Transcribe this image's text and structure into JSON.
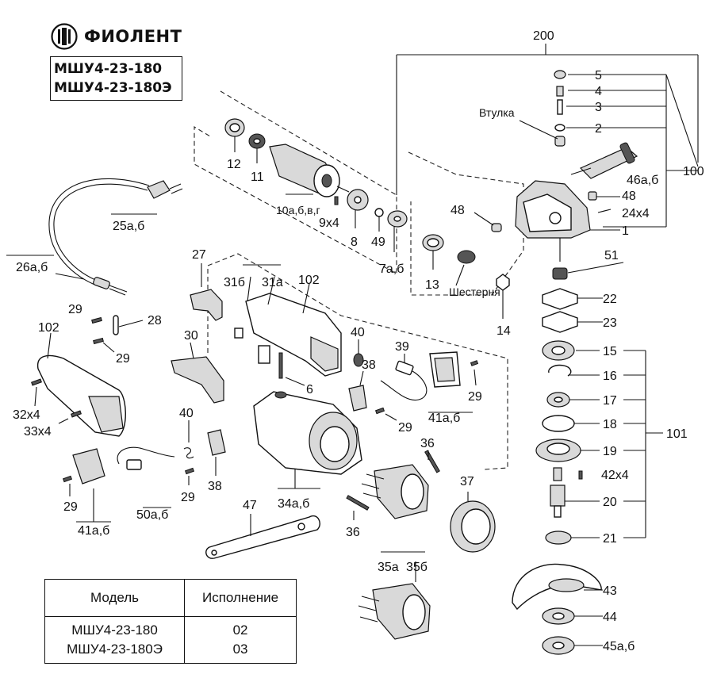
{
  "brand": {
    "name": "ФИОЛЕНТ"
  },
  "models": [
    "МШУ4-23-180",
    "МШУ4-23-180Э"
  ],
  "table": {
    "headers": [
      "Модель",
      "Исполнение"
    ],
    "rows": [
      {
        "model": "МШУ4-23-180",
        "variant": "02"
      },
      {
        "model": "МШУ4-23-180Э",
        "variant": "03"
      }
    ]
  },
  "callouts": {
    "c200": "200",
    "c5": "5",
    "c4": "4",
    "c3": "3",
    "c2": "2",
    "c100": "100",
    "vtulka": "Втулка",
    "c46": "46а,б",
    "c48a": "48",
    "c24": "24х4",
    "c1": "1",
    "c48b": "48",
    "c51": "51",
    "c22": "22",
    "c23": "23",
    "c15": "15",
    "c16": "16",
    "c17": "17",
    "c18": "18",
    "c19": "19",
    "c101": "101",
    "c42": "42х4",
    "c20": "20",
    "c21": "21",
    "c43": "43",
    "c44": "44",
    "c45": "45а,б",
    "c12": "12",
    "c11": "11",
    "c10": "10а,б,в,г",
    "c9": "9х4",
    "c8": "8",
    "c49": "49",
    "c7": "7а,б",
    "c13": "13",
    "shesternya": "Шестерня",
    "c14": "14",
    "c25": "25а,б",
    "c26": "26а,б",
    "c27": "27",
    "c31b": "31б",
    "c31a": "31а",
    "c102a": "102",
    "c29a": "29",
    "c28": "28",
    "c29b": "29",
    "c102b": "102",
    "c30": "30",
    "c40a": "40",
    "c39": "39",
    "c38a": "38",
    "c6": "6",
    "c29c": "29",
    "c41a": "41а,б",
    "c29d": "29",
    "c32": "32х4",
    "c33": "33х4",
    "c40b": "40",
    "c29e": "29",
    "c38b": "38",
    "c34": "34а,б",
    "c36a": "36",
    "c37": "37",
    "c29f": "29",
    "c41b": "41а,б",
    "c50": "50а,б",
    "c47": "47",
    "c36b": "36",
    "c35a": "35а",
    "c35b": "35б"
  }
}
